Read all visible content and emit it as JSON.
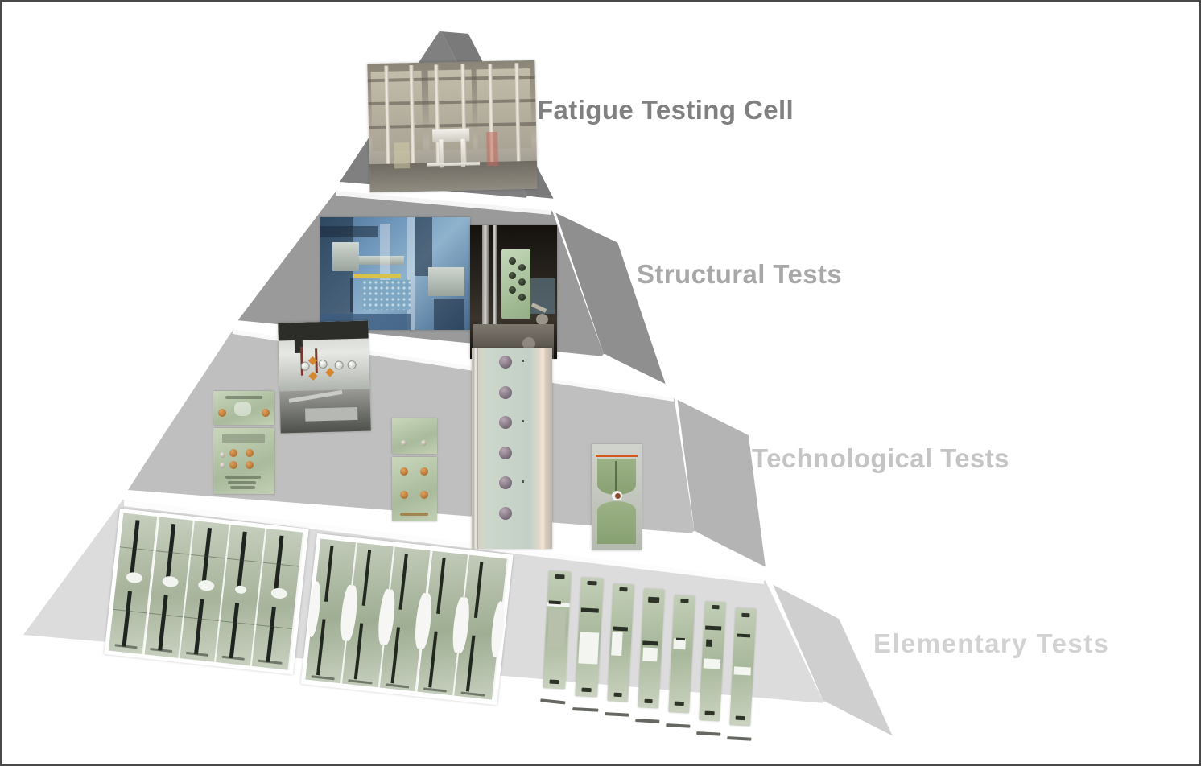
{
  "figure": {
    "type": "test-pyramid-diagram",
    "title_implied": "Building-block test pyramid",
    "background_color": "#ffffff",
    "border_color": "#4a4a4a"
  },
  "tiers": [
    {
      "id": "tier-1",
      "level": 1,
      "label": "Fatigue Testing Cell",
      "label_color": "#808080",
      "fill_color": "#808080",
      "side_color": "#7a7a7a",
      "photos": [
        "fatigue-testing-cell-hall"
      ]
    },
    {
      "id": "tier-2",
      "level": 2,
      "label": "Structural Tests",
      "label_color": "#a8a8a8",
      "fill_color": "#9a9a9a",
      "side_color": "#8f8f8f",
      "photos": [
        "structural-test-rig-blue",
        "tensile-machine-green-fitting"
      ]
    },
    {
      "id": "tier-3",
      "level": 3,
      "label": "Technological Tests",
      "label_color": "#c4c4c4",
      "fill_color": "#bfbfbf",
      "side_color": "#b4b4b4",
      "photos": [
        "instrumented-panel-strain-gauges",
        "riveted-coupon-left",
        "riveted-coupon-center",
        "stringer-panel-bolted",
        "dogbone-coupon-failed"
      ]
    },
    {
      "id": "tier-4",
      "level": 4,
      "label": "Elementary  Tests",
      "label_color": "#d2d2d2",
      "fill_color": "#dcdcdc",
      "side_color": "#cfcfcf",
      "photos": [
        "open-hole-specimen-tray",
        "hourglass-specimen-tray",
        "fractured-coupon-row"
      ]
    }
  ],
  "specimen_trays": {
    "open_hole": {
      "count": 5,
      "description": "open-hole / notched coupons with vertical slots"
    },
    "hourglass": {
      "count": 5,
      "description": "dogbone / hourglass tensile coupons"
    },
    "fractured_row": {
      "count": 7,
      "description": "fractured composite coupons with end tabs"
    }
  },
  "icons": {
    "pyramid": "pyramid-icon"
  }
}
